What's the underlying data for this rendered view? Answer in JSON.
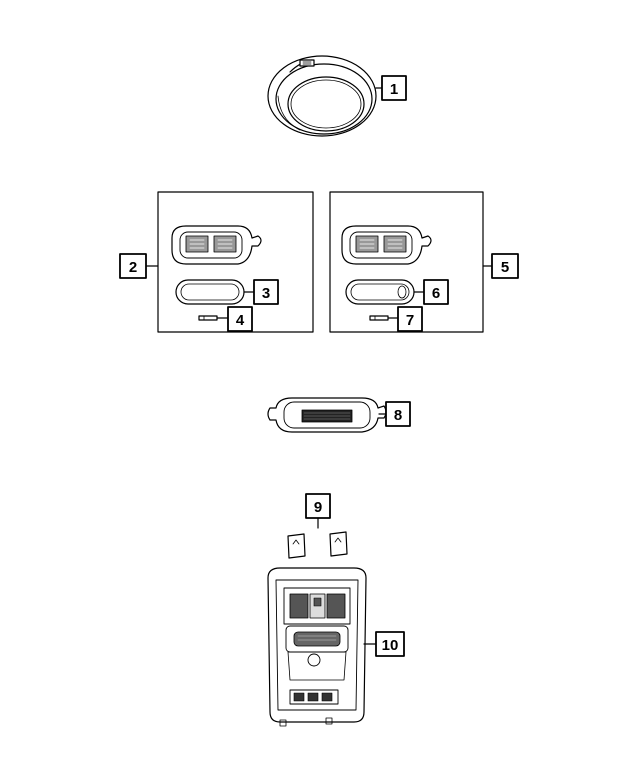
{
  "diagram": {
    "callouts": {
      "c1": "1",
      "c2": "2",
      "c3": "3",
      "c4": "4",
      "c5": "5",
      "c6": "6",
      "c7": "7",
      "c8": "8",
      "c9": "9",
      "c10": "10"
    },
    "parts": {
      "p1": "dome-lamp",
      "p2": "map-lamp-housing-left",
      "p3": "map-lamp-lens-left",
      "p4": "bulb-left",
      "p5": "map-lamp-housing-right",
      "p6": "map-lamp-lens-right",
      "p7": "bulb-right",
      "p8": "cargo-lamp",
      "p9": "switch-labels",
      "p10": "overhead-console"
    }
  }
}
